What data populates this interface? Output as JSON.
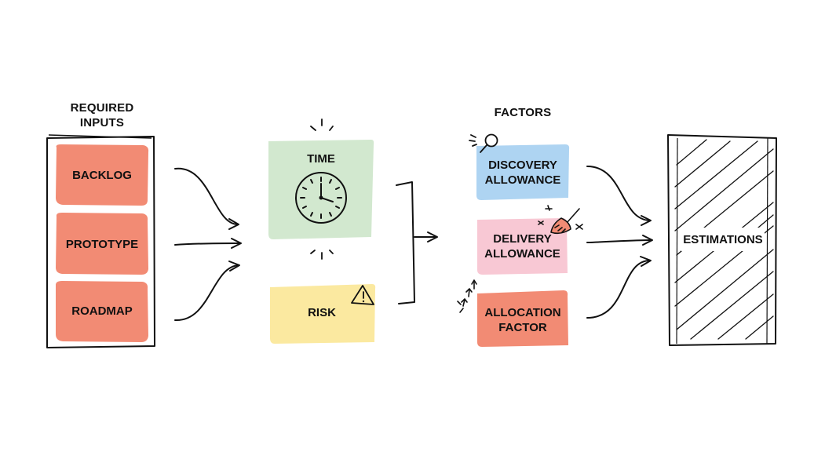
{
  "headings": {
    "required_inputs": "REQUIRED\nINPUTS",
    "factors": "FACTORS"
  },
  "inputs": [
    {
      "label": "BACKLOG"
    },
    {
      "label": "PROTOTYPE"
    },
    {
      "label": "ROADMAP"
    }
  ],
  "middle": {
    "time": "TIME",
    "risk": "RISK"
  },
  "factors": [
    {
      "label": "DISCOVERY\nALLOWANCE"
    },
    {
      "label": "DELIVERY\nALLOWANCE"
    },
    {
      "label": "ALLOCATION\nFACTOR"
    }
  ],
  "output": {
    "label": "ESTIMATIONS"
  },
  "colors": {
    "input_card": "#f28b74",
    "time_card": "#d2e8cf",
    "risk_card": "#fbe9a0",
    "discovery_card": "#aed4f2",
    "delivery_card": "#f8c8d4",
    "allocation_card": "#f28b74",
    "ink": "#111111"
  }
}
